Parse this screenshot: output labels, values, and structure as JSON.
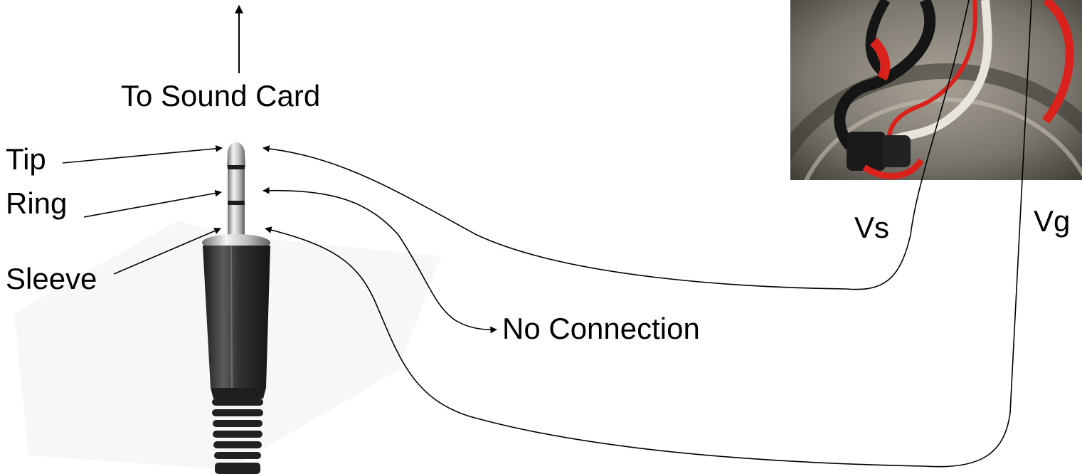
{
  "labels": {
    "to_sound_card": "To Sound Card",
    "tip": "Tip",
    "ring": "Ring",
    "sleeve": "Sleeve",
    "no_connection": "No Connection",
    "vs": "Vs",
    "vg": "Vg"
  },
  "colors": {
    "line": "#000000",
    "plug_body": "#2b2d2e",
    "plug_metal": "#c9c9c9",
    "photo_metal": "#8c867c",
    "wire_red": "#d8221b",
    "wire_black": "#151515",
    "wire_white": "#e9e5dc"
  },
  "images": {
    "plug": "3.5mm-stereo-plug-photo",
    "sensor": "wired-sensor-photo"
  }
}
